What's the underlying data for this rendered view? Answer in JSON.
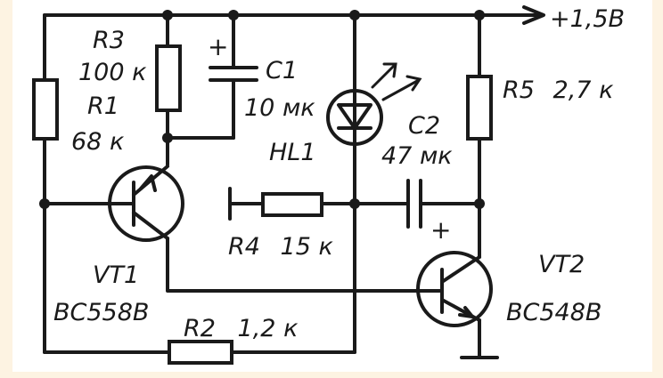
{
  "diagram": {
    "supply_label": "+1,5В",
    "components": {
      "r3": {
        "designator": "R3",
        "value": "100 к"
      },
      "r1": {
        "designator": "R1",
        "value": "68 к"
      },
      "c1": {
        "designator": "C1",
        "value": "10 мк",
        "polarity": "+"
      },
      "hl1": {
        "designator": "HL1"
      },
      "c2": {
        "designator": "C2",
        "value": "47 мк",
        "polarity": "+"
      },
      "r5": {
        "designator": "R5",
        "value": "2,7 к"
      },
      "r4": {
        "designator": "R4",
        "value": "15 к"
      },
      "vt1": {
        "designator": "VT1",
        "part": "BC558B"
      },
      "vt2": {
        "designator": "VT2",
        "part": "BC548B"
      },
      "r2": {
        "designator": "R2",
        "value": "1,2 к"
      }
    }
  }
}
